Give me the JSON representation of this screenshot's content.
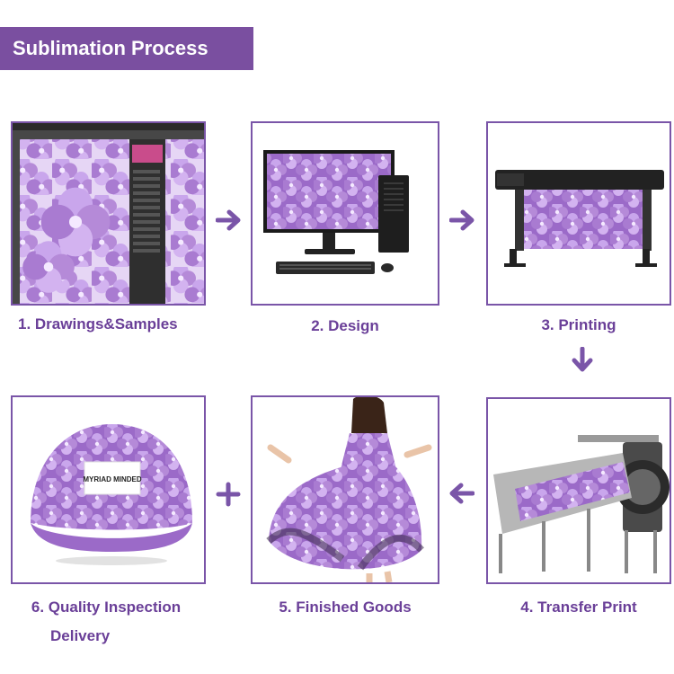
{
  "header": {
    "title": "Sublimation Process"
  },
  "steps": [
    {
      "label": "1. Drawings&Samples"
    },
    {
      "label": "2. Design"
    },
    {
      "label": "3. Printing"
    },
    {
      "label": "4. Transfer Print"
    },
    {
      "label": "5. Finished Goods"
    },
    {
      "label": "6. Quality Inspection",
      "label_line2": "Delivery"
    }
  ],
  "brand_logo_text": "MYRIAD MINDED",
  "colors": {
    "accent": "#7a55a8",
    "banner": "#7a4fa0",
    "label": "#6a3f98",
    "lilac": "#b58ad8"
  }
}
